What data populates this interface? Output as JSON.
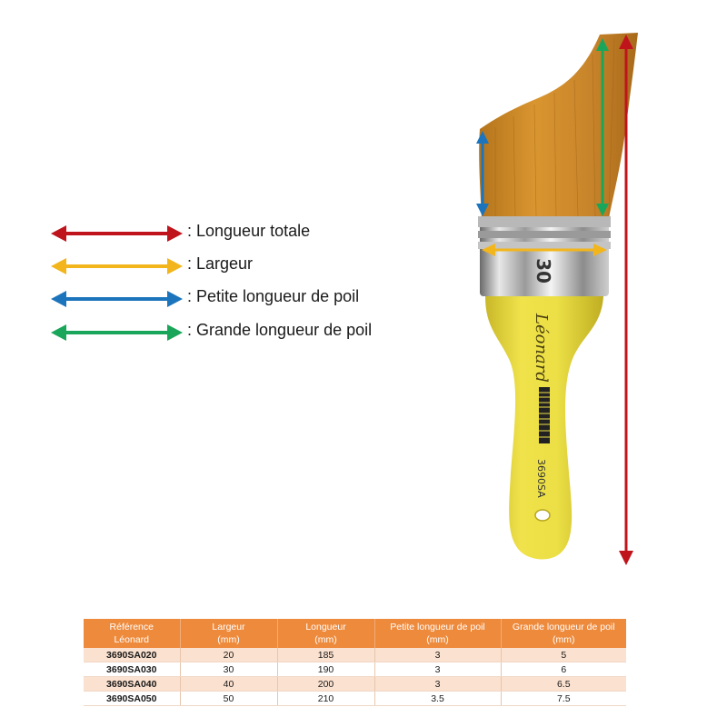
{
  "colors": {
    "total_length": "#c0141c",
    "width": "#f2b61c",
    "short_hair": "#1c74bc",
    "long_hair": "#1aa65a",
    "table_header": "#ee8a3c",
    "table_row_alt": "#fbe1cf"
  },
  "legend": [
    {
      "label": ": Longueur totale",
      "color_key": "total_length"
    },
    {
      "label": ": Largeur",
      "color_key": "width"
    },
    {
      "label": ": Petite longueur de poil",
      "color_key": "short_hair"
    },
    {
      "label": ": Grande longueur de poil",
      "color_key": "long_hair"
    }
  ],
  "brush": {
    "brand": "Léonard",
    "ferrule_number": "30",
    "model": "3690SA"
  },
  "table": {
    "headers": [
      {
        "line1": "Référence",
        "line2": "Léonard"
      },
      {
        "line1": "Largeur",
        "line2": "(mm)"
      },
      {
        "line1": "Longueur",
        "line2": "(mm)"
      },
      {
        "line1": "Petite longueur de poil",
        "line2": "(mm)"
      },
      {
        "line1": "Grande longueur de poil",
        "line2": "(mm)"
      }
    ],
    "rows": [
      [
        "3690SA020",
        "20",
        "185",
        "3",
        "5"
      ],
      [
        "3690SA030",
        "30",
        "190",
        "3",
        "6"
      ],
      [
        "3690SA040",
        "40",
        "200",
        "3",
        "6.5"
      ],
      [
        "3690SA050",
        "50",
        "210",
        "3.5",
        "7.5"
      ]
    ]
  }
}
